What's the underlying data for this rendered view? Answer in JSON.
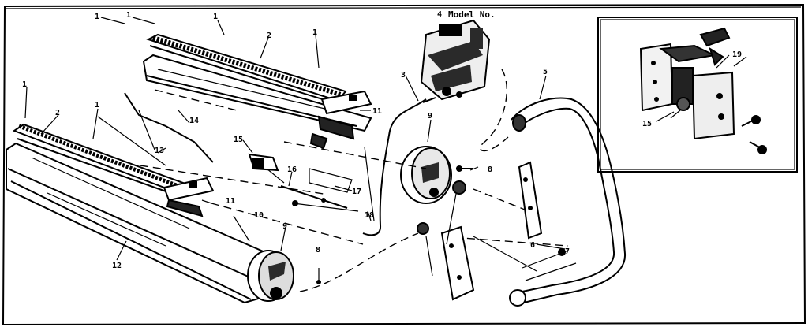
{
  "header": {
    "model_label": "Model No."
  },
  "callouts": {
    "c1_top_left": "1",
    "c1_top_left_b": "1",
    "c1_burner_top": "1",
    "c1_burner_top_b": "1",
    "c1_left_edge": "1",
    "c1_left_mid": "1",
    "c2_top": "2",
    "c2_left": "2",
    "c3": "3",
    "c4_valve": "4",
    "c5": "5",
    "c6": "6",
    "c7": "7",
    "c8_right": "8",
    "c8_bottom": "8",
    "c9_top": "9",
    "c9_bottom": "9",
    "c10": "10",
    "c11_top": "11",
    "c11_bottom": "11",
    "c12": "12",
    "c13": "13",
    "c14": "14",
    "c15": "15",
    "c16": "16",
    "c17": "17",
    "c18": "18",
    "inset_c15": "15",
    "inset_c19": "19"
  }
}
